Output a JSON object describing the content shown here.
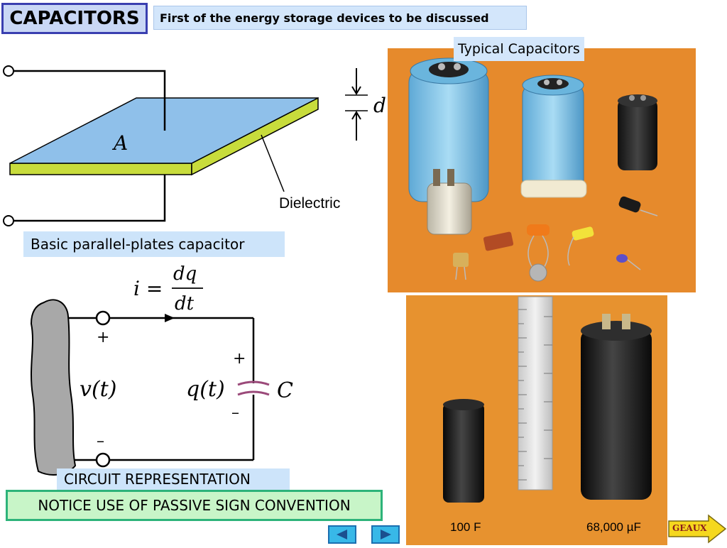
{
  "header": {
    "title": "CAPACITORS",
    "subtitle": "First of the energy storage devices to be discussed"
  },
  "plates_diagram": {
    "area_label": "A",
    "distance_label": "d",
    "dielectric_label": "Dielectric",
    "caption": "Basic parallel-plates capacitor"
  },
  "circuit": {
    "equation_lhs": "i =",
    "equation_num": "dq",
    "equation_den": "dt",
    "plus_left": "+",
    "minus_left": "–",
    "voltage_label": "v(t)",
    "charge_label": "q(t)",
    "plus_right": "+",
    "minus_right": "–",
    "cap_label": "C",
    "caption": "CIRCUIT REPRESENTATION"
  },
  "photos": {
    "top_caption": "Typical Capacitors",
    "bottom_left_label": "100 F",
    "bottom_right_label": "68,000 µF"
  },
  "notice": "NOTICE USE OF PASSIVE SIGN CONVENTION",
  "nav": {
    "geaux_label": "GEAUX"
  },
  "colors": {
    "plate_top": "#8fc0ea",
    "dielectric": "#c8dc3c",
    "photo_bg": "#e68a2c",
    "title_border": "#3a3fb0",
    "notice_border": "#2db37a",
    "nav_button": "#38b8e8",
    "geaux_button": "#f5d81e"
  }
}
